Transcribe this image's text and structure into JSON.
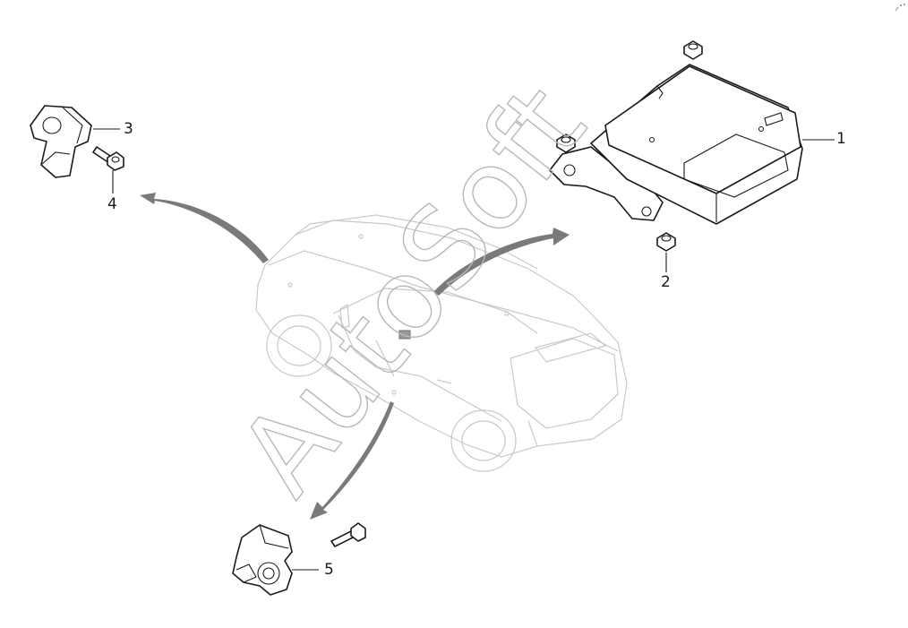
{
  "callouts": [
    {
      "id": "1",
      "label": "1"
    },
    {
      "id": "2",
      "label": "2"
    },
    {
      "id": "3",
      "label": "3"
    },
    {
      "id": "4",
      "label": "4"
    },
    {
      "id": "5",
      "label": "5"
    }
  ],
  "watermark": {
    "text": "AutoSoft"
  },
  "colors": {
    "line": "#1a1a1a",
    "ghost": "#c9c9c9",
    "arrow": "#7a7a7a",
    "watermark": "#b8b8b8"
  }
}
